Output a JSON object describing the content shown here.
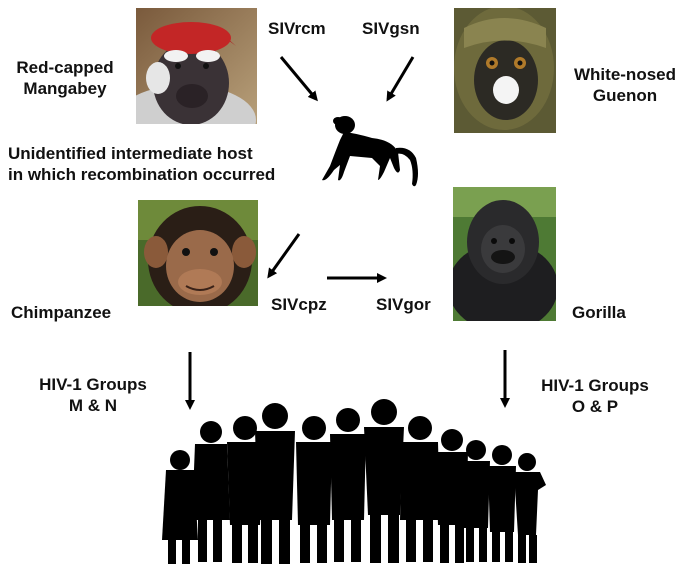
{
  "labels": {
    "red_capped": [
      "Red-capped",
      "Mangabey"
    ],
    "white_nosed": [
      "White-nosed",
      "Guenon"
    ],
    "intermediate": [
      "Unidentified intermediate host",
      "in which recombination occurred"
    ],
    "chimpanzee": "Chimpanzee",
    "gorilla": "Gorilla",
    "siv_rcm": "SIVrcm",
    "siv_gsn": "SIVgsn",
    "siv_cpz": "SIVcpz",
    "siv_gor": "SIVgor",
    "hiv_mn": [
      "HIV-1 Groups",
      "M & N"
    ],
    "hiv_op": [
      "HIV-1 Groups",
      "O & P"
    ]
  },
  "icons": {
    "mangabey_photo": "red-capped-mangabey-photo",
    "guenon_photo": "white-nosed-guenon-photo",
    "monkey_silhouette": "monkey-silhouette-icon",
    "chimp_photo": "chimpanzee-photo",
    "gorilla_photo": "gorilla-photo",
    "crowd": "human-crowd-silhouette"
  },
  "colors": {
    "text": "#111111",
    "arrow": "#000000"
  }
}
